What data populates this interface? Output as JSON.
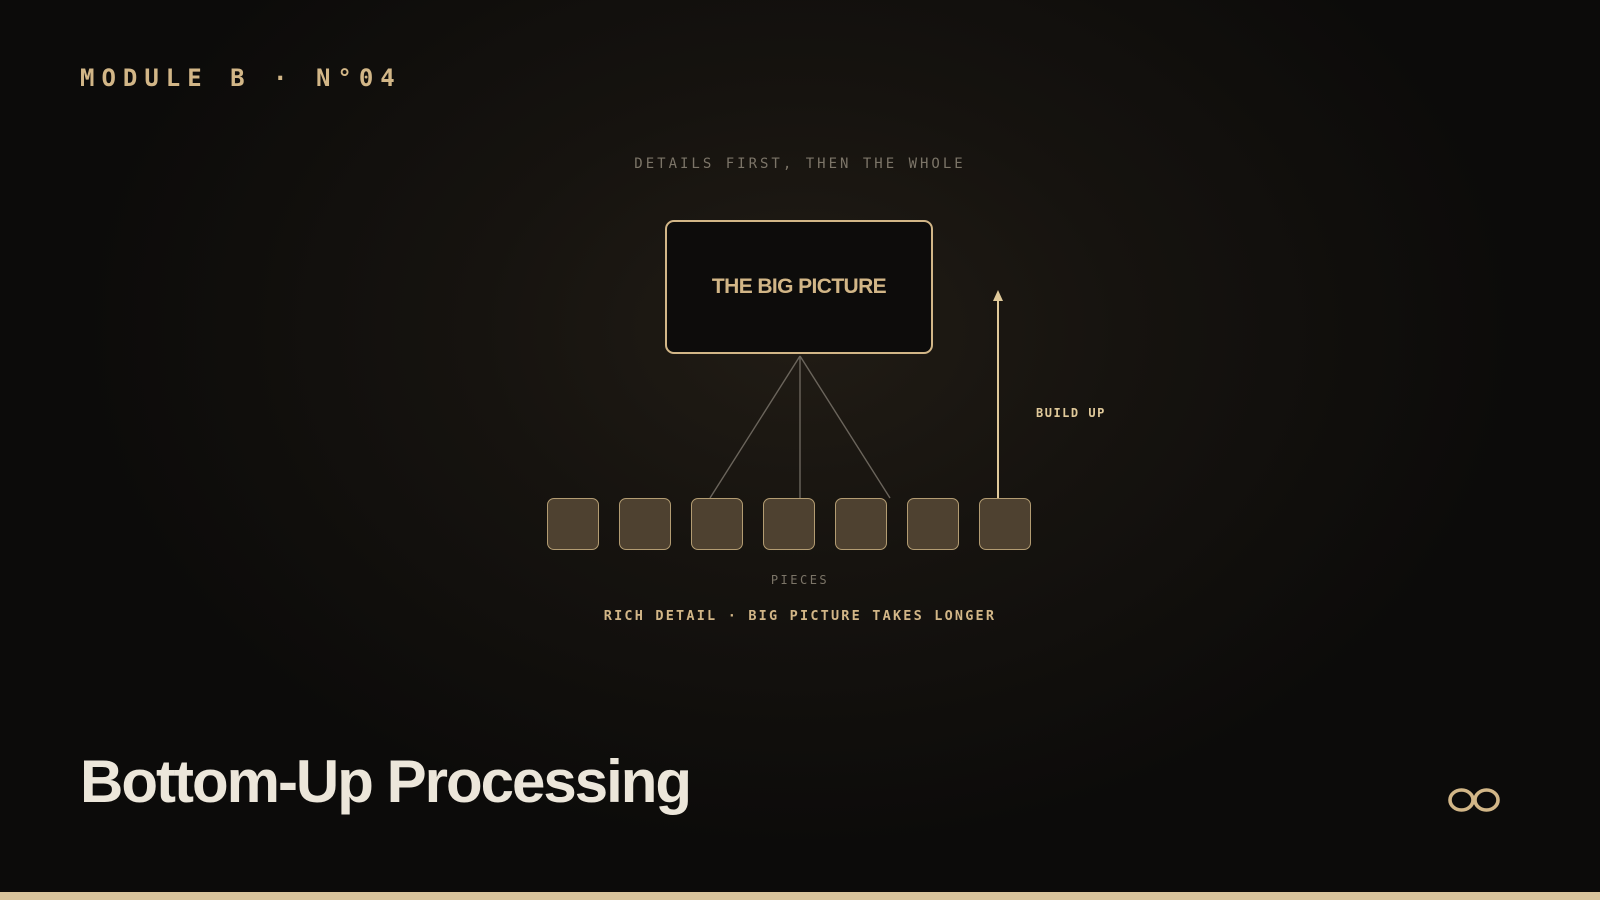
{
  "header": {
    "module_label": "MODULE B · N°04"
  },
  "diagram": {
    "caption": "DETAILS FIRST, THEN THE WHOLE",
    "whole_label": "THE BIG PICTURE",
    "pieces_label": "PIECES",
    "piece_count": 7,
    "arrow_label": "BUILD UP",
    "summary": "RICH DETAIL · BIG PICTURE TAKES LONGER"
  },
  "title": "Bottom-Up Processing",
  "icons": {
    "footer_mark": "infinity-icon"
  },
  "colors": {
    "accent": "#d2b687",
    "piece_fill": "#4e4130",
    "title": "#ece6da",
    "muted": "#7c7568",
    "background": "#16130f",
    "bottom_bar": "#d8c39c"
  }
}
